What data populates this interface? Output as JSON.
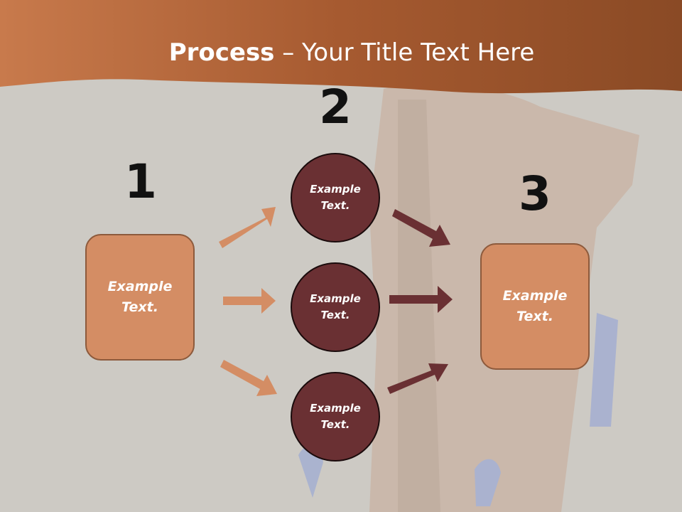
{
  "title": {
    "bold": "Process",
    "rest": " – Your Title Text Here"
  },
  "steps": [
    {
      "number": "1",
      "text": "Example Text."
    },
    {
      "number": "2"
    },
    {
      "number": "3",
      "text": "Example Text."
    }
  ],
  "circles": [
    {
      "text": "Example Text."
    },
    {
      "text": "Example Text."
    },
    {
      "text": "Example Text."
    }
  ],
  "colors": {
    "header": "#b5683a",
    "background": "#cdcac4",
    "box_fill": "#d48d64",
    "circle_fill": "#6a3033",
    "arrow_light": "#d48d64",
    "arrow_dark": "#6a3033"
  }
}
